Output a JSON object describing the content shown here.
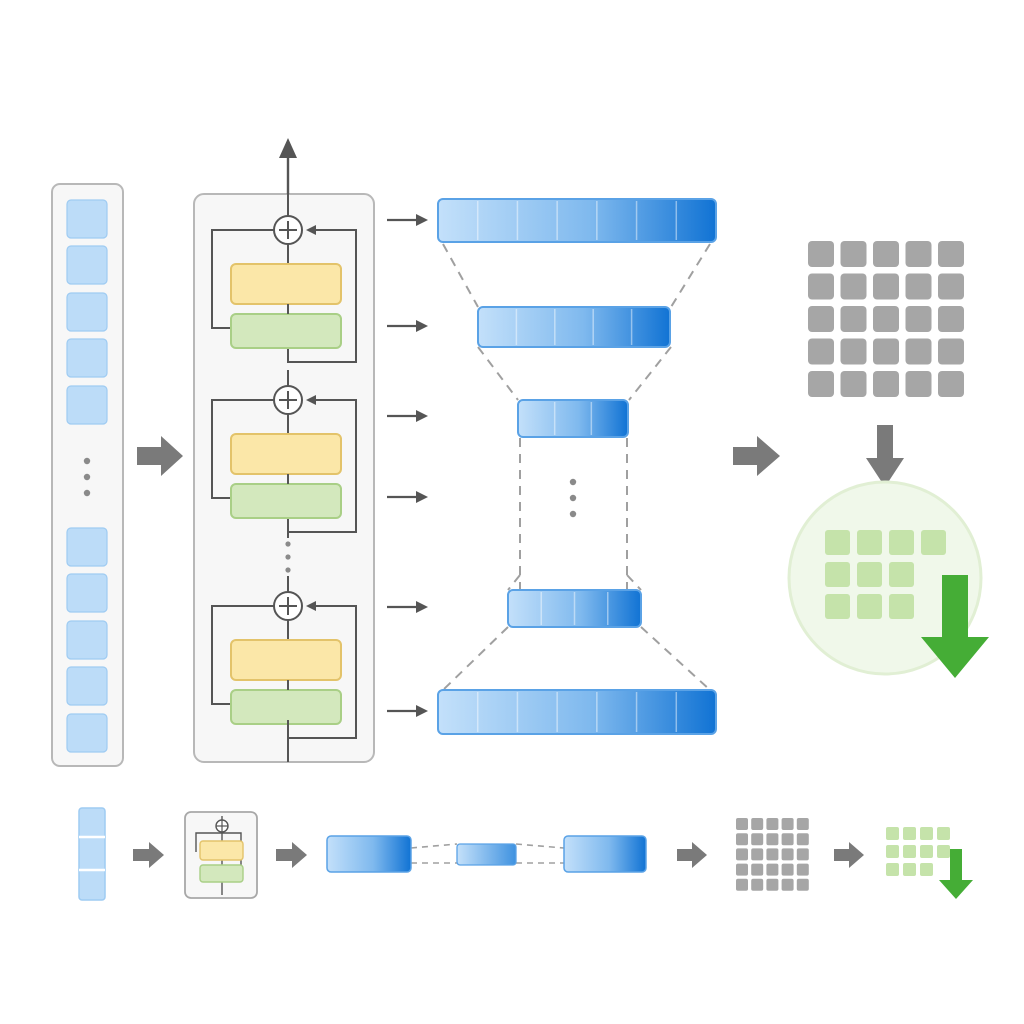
{
  "diagram": {
    "kind": "architecture-pipeline",
    "colors": {
      "background": "#ffffff",
      "panel_fill": "#f7f7f7",
      "panel_stroke": "#b4b4b4",
      "token_fill": "#bcdcf8",
      "token_stroke": "#9ecbf2",
      "attention_fill": "#fbe7a8",
      "attention_stroke": "#e3c36a",
      "ffn_fill": "#d3e8bd",
      "ffn_stroke": "#a9cf86",
      "line": "#555555",
      "arrow_gray": "#7a7a7a",
      "grid_gray": "#a6a6a6",
      "feature_light": "#bfe0fb",
      "feature_dark": "#0f6fd1",
      "dashed": "#a0a0a0",
      "pool_circle_fill": "#f0f8ea",
      "pool_circle_stroke": "#e1efd4",
      "pool_cell": "#c5e3aa",
      "down_arrow_green": "#45ad36",
      "ellipsis_dots": "#8a8a8a"
    },
    "stages": [
      {
        "id": "input-tokens",
        "icon": "token-column-icon",
        "count_shown_top": 5,
        "count_shown_bottom": 5,
        "has_ellipsis": true
      },
      {
        "id": "transformer-encoder",
        "icon": "residual-block-icon",
        "blocks_shown": 3,
        "block_parts": [
          "attention",
          "feed-forward"
        ],
        "has_ellipsis": true
      },
      {
        "id": "feature-pyramid",
        "icon": "multi-scale-features-icon",
        "levels_shown": 5,
        "has_ellipsis": true
      },
      {
        "id": "output-grid",
        "icon": "grid-icon",
        "rows": 5,
        "cols": 5
      },
      {
        "id": "downsample",
        "icon": "downsample-arrow-icon",
        "rows": 3,
        "cols": 4
      }
    ],
    "summary_row": [
      "token-strip-icon",
      "mini-block-icon",
      "mini-pyramid-icon",
      "mini-grid-icon",
      "mini-downsample-icon"
    ]
  }
}
